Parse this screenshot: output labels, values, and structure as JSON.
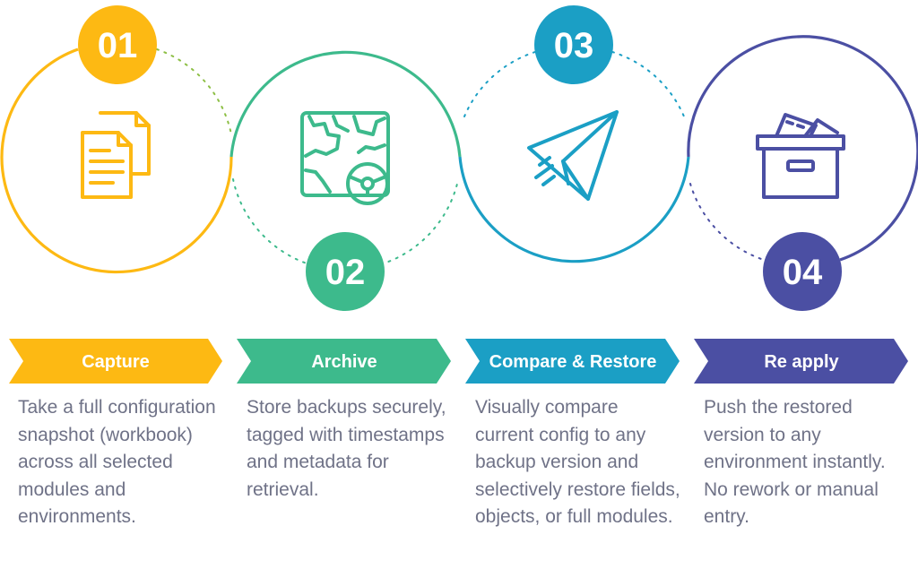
{
  "colors": {
    "step1": "#FDB913",
    "step2": "#3DBA8C",
    "step3": "#1B9FC5",
    "step4": "#4B4FA3",
    "text": "#6F7287"
  },
  "steps": [
    {
      "number": "01",
      "icon": "documents-icon",
      "title": "Capture",
      "description": "Take a full configuration snapshot (workbook) across all selected modules and environments."
    },
    {
      "number": "02",
      "icon": "gears-map-icon",
      "title": "Archive",
      "description": "Store backups securely, tagged with timestamps and metadata for retrieval."
    },
    {
      "number": "03",
      "icon": "paper-plane-icon",
      "title": "Compare & Restore",
      "description": "Visually compare current config to any backup version and selectively restore fields, objects, or full modules."
    },
    {
      "number": "04",
      "icon": "archive-box-icon",
      "title": "Re apply",
      "description": "Push the restored version to any environment instantly. No rework or manual entry."
    }
  ]
}
